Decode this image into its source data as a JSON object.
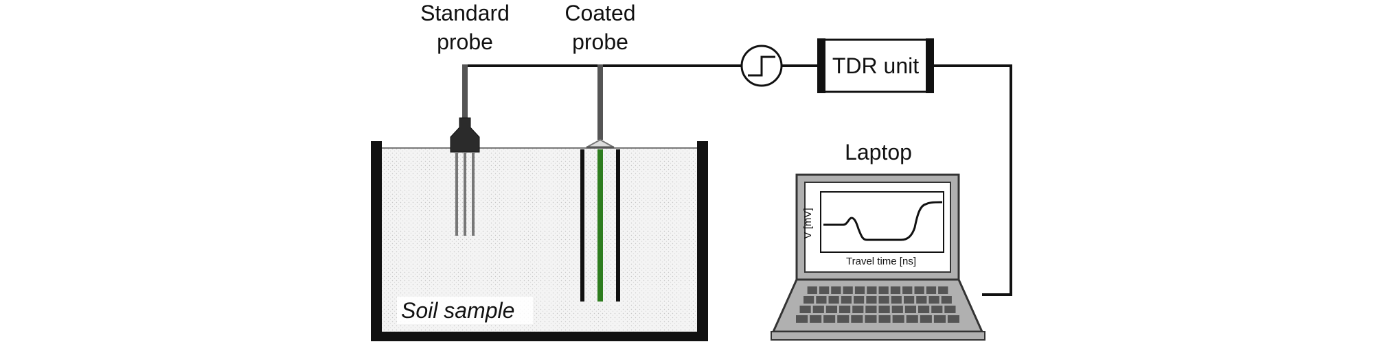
{
  "labels": {
    "standard_probe": [
      "Standard",
      "probe"
    ],
    "coated_probe": [
      "Coated",
      "probe"
    ],
    "tdr_unit": "TDR unit",
    "laptop": "Laptop",
    "soil_sample": "Soil sample",
    "screen_ylabel": "V [mV]",
    "screen_xlabel": "Travel time [ns]"
  },
  "icons": {
    "pulse": "step-pulse-icon",
    "keyboard": "keyboard-icon"
  },
  "colors": {
    "line": "#111111",
    "probe_head": "#2b2b2b",
    "coating": "#2e7d1f",
    "soil": "#f2f2f2",
    "laptop_frame": "#b0b0b0",
    "keys": "#555555"
  }
}
